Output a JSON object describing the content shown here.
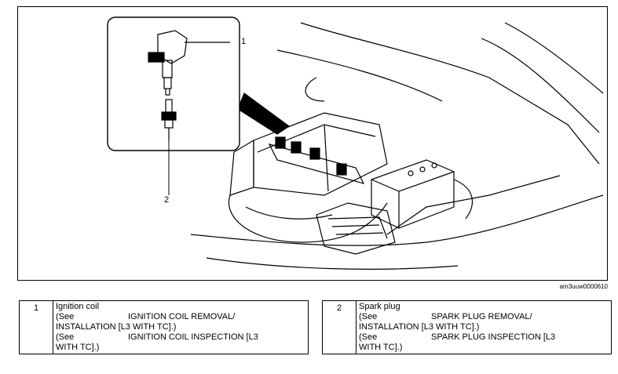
{
  "figure": {
    "callouts": [
      "1",
      "2"
    ],
    "code": "am3uuw0000610"
  },
  "legend": [
    {
      "num": "1",
      "name": "Ignition coil",
      "refs": [
        {
          "see": "(See",
          "line1": "IGNITION COIL REMOVAL/",
          "line2": "INSTALLATION [L3 WITH TC].)"
        },
        {
          "see": "(See",
          "line1": "IGNITION COIL INSPECTION [L3",
          "line2": "WITH TC].)"
        }
      ]
    },
    {
      "num": "2",
      "name": "Spark plug",
      "refs": [
        {
          "see": "(See",
          "line1": "SPARK PLUG REMOVAL/",
          "line2": "INSTALLATION [L3 WITH TC].)"
        },
        {
          "see": "(See",
          "line1": "SPARK PLUG INSPECTION [L3",
          "line2": "WITH TC].)"
        }
      ]
    }
  ]
}
